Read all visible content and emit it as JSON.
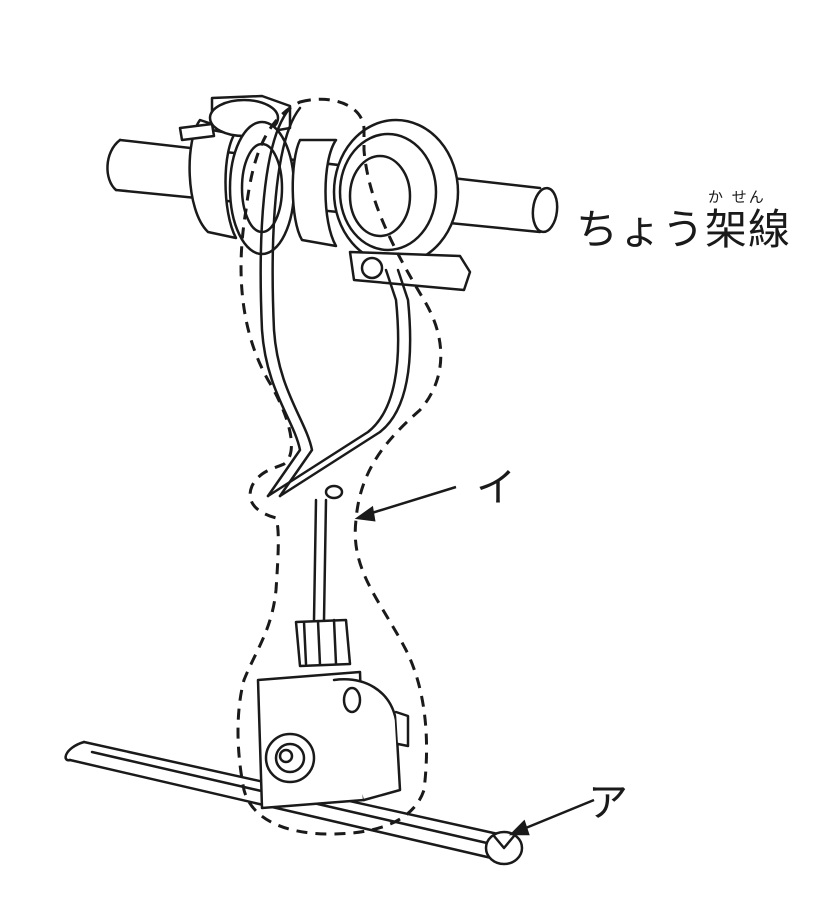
{
  "labels": {
    "messenger": "ちょう架線",
    "messenger_ruby": "か せん",
    "part_i": "イ",
    "part_a": "ア"
  },
  "colors": {
    "line": "#1a1a1a",
    "background": "#ffffff"
  }
}
